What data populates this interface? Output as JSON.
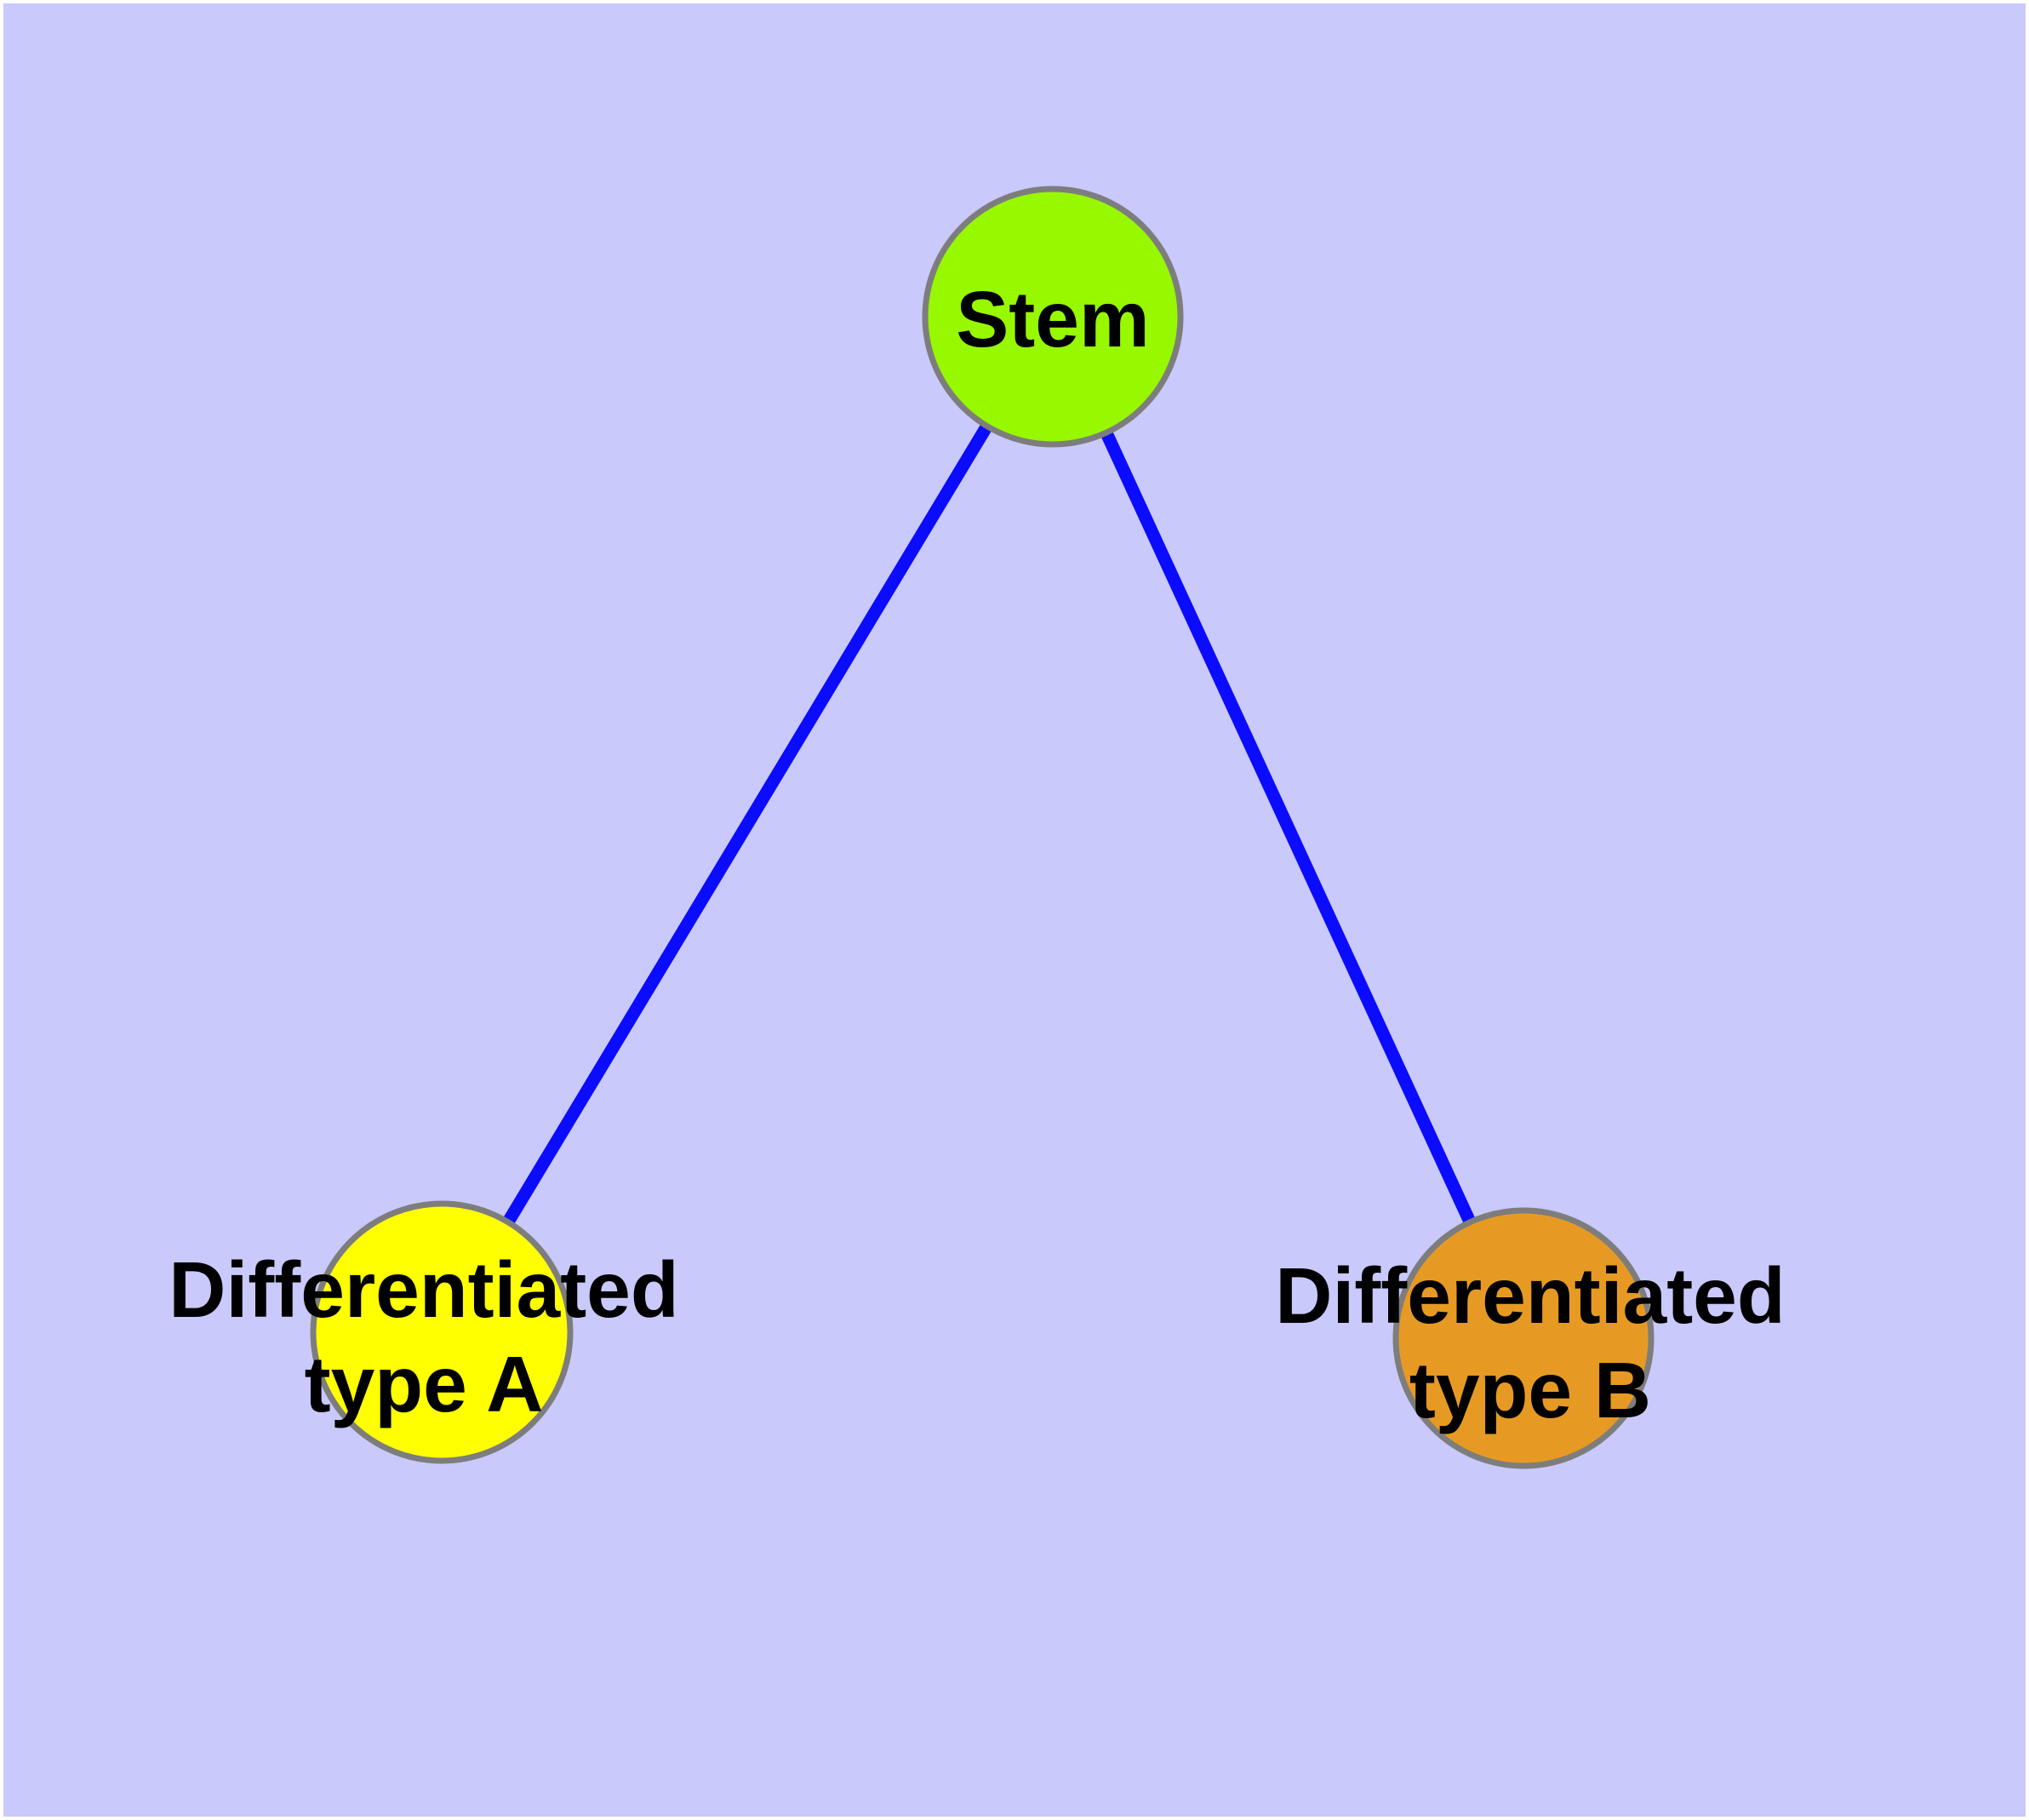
{
  "diagram": {
    "type": "graph",
    "background_color": "#c9c9fb",
    "frame_color": "#ffffff",
    "edge_color": "#0b0bff",
    "node_border_color": "#7d7d7d",
    "text_color": "#000000",
    "nodes": [
      {
        "id": "stem",
        "label": "Stem",
        "lines": [
          "Stem"
        ],
        "fill": "#97f800"
      },
      {
        "id": "differentiated-type-a",
        "label": "Differentiated type A",
        "lines": [
          "Differentiated",
          "type A"
        ],
        "fill": "#ffff00"
      },
      {
        "id": "differentiated-type-b",
        "label": "Differentiated type B",
        "lines": [
          "Differentiated",
          "type B"
        ],
        "fill": "#e79a23"
      }
    ],
    "edges": [
      {
        "from": "Stem",
        "to": "Differentiated type A"
      },
      {
        "from": "Stem",
        "to": "Differentiated type B"
      }
    ]
  }
}
